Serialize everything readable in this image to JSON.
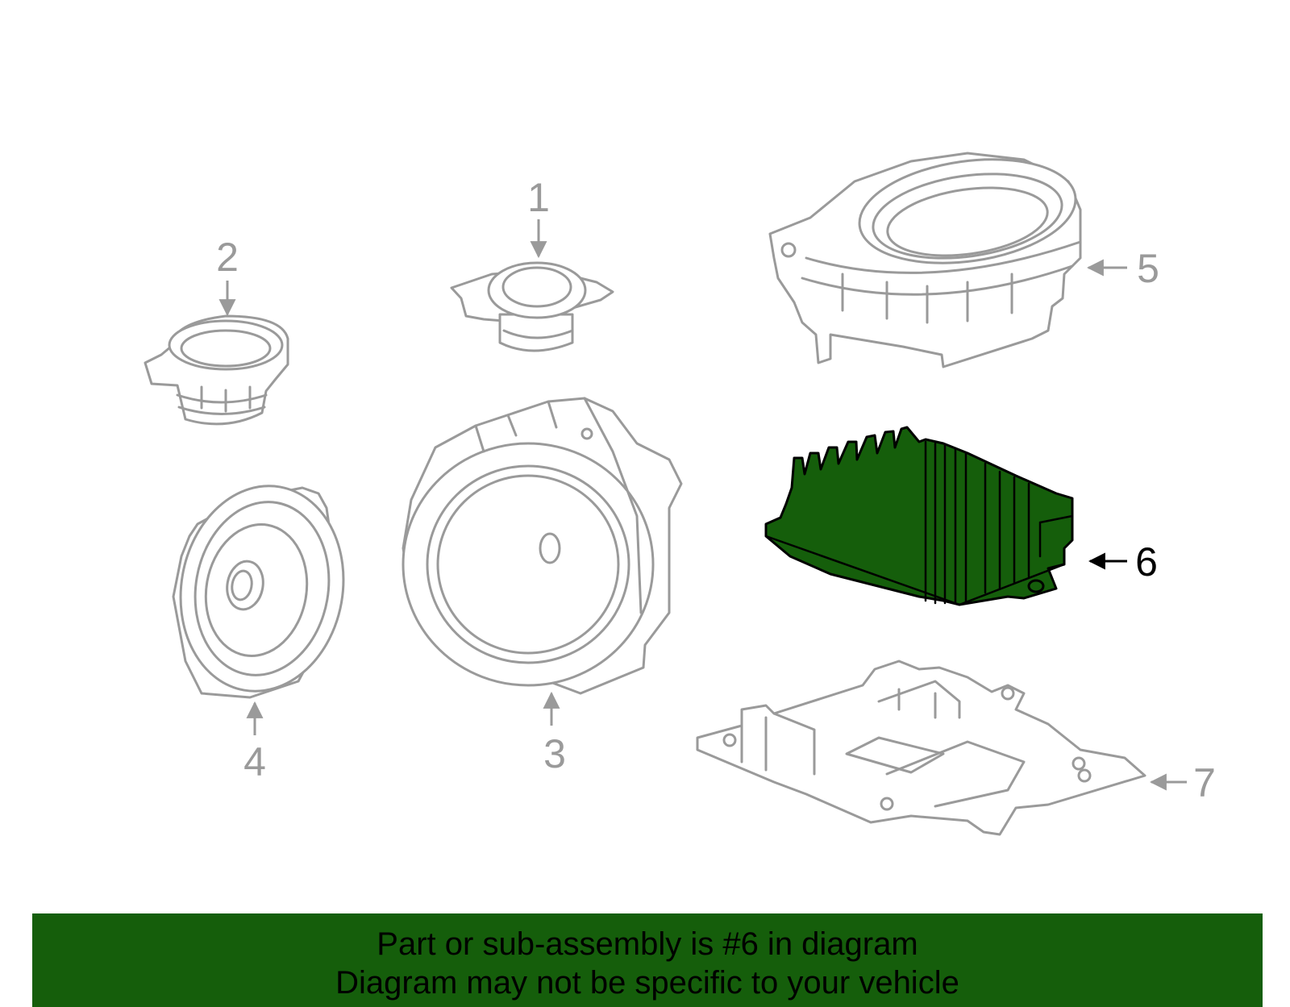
{
  "diagram": {
    "callouts": [
      {
        "id": "1",
        "label": "1"
      },
      {
        "id": "2",
        "label": "2"
      },
      {
        "id": "3",
        "label": "3"
      },
      {
        "id": "4",
        "label": "4"
      },
      {
        "id": "5",
        "label": "5"
      },
      {
        "id": "6",
        "label": "6"
      },
      {
        "id": "7",
        "label": "7"
      }
    ],
    "highlighted_part": "6"
  },
  "footer": {
    "line1": "Part or sub-assembly is #6 in diagram",
    "line2": "Diagram may not be specific to your vehicle"
  },
  "colors": {
    "highlight": "#155e0b",
    "part_outline": "#9a9a9a",
    "banner": "#155e0b"
  }
}
